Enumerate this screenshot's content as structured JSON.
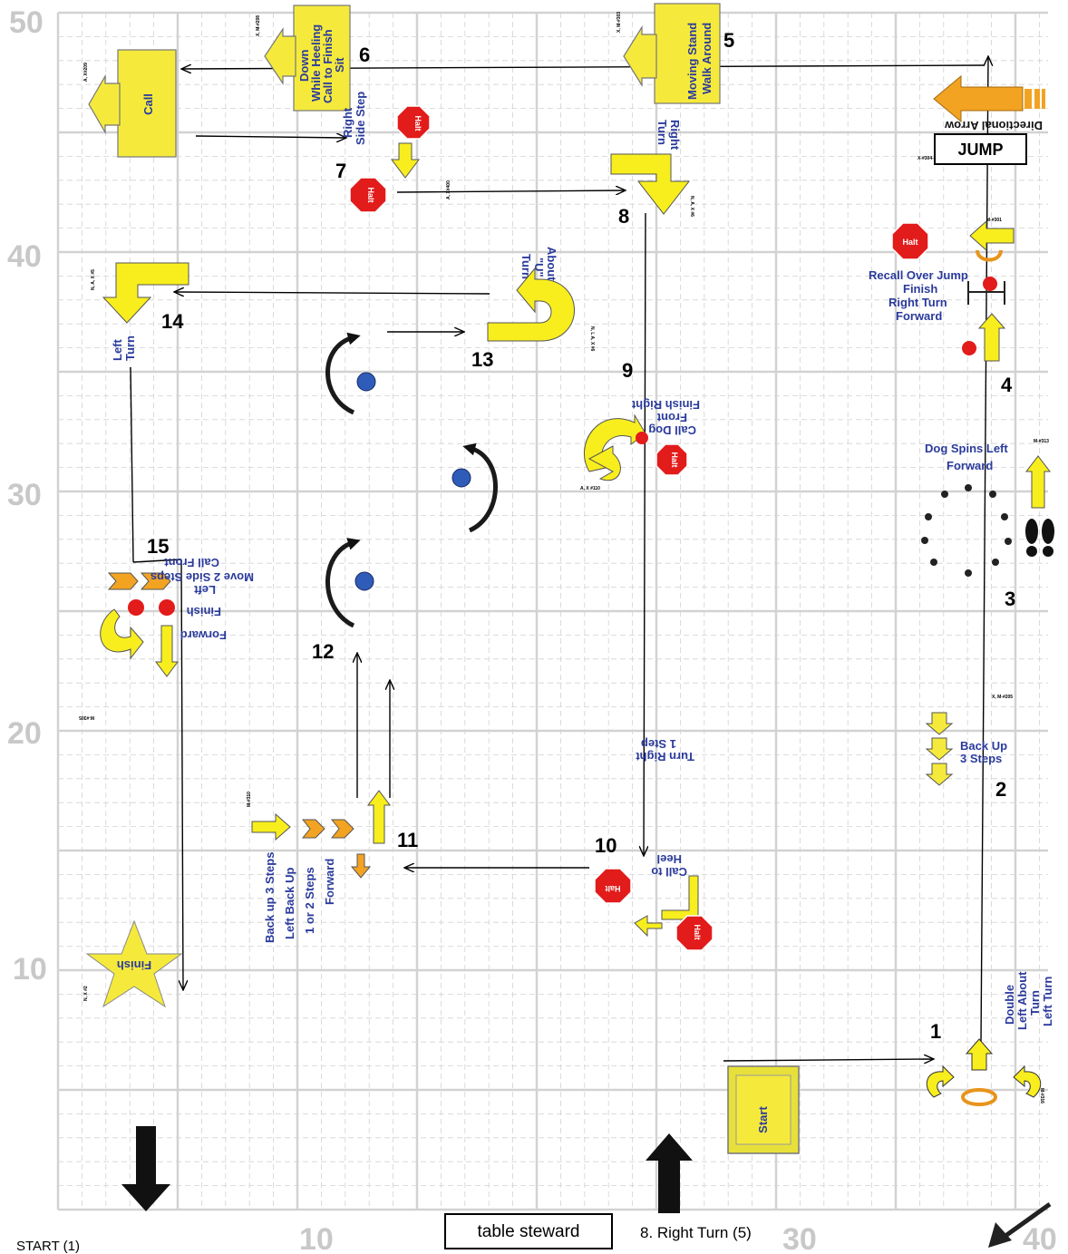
{
  "axis": {
    "y_labels": [
      "50",
      "40",
      "30",
      "20",
      "10"
    ],
    "x_labels": [
      "10",
      "30",
      "40"
    ]
  },
  "stations": [
    {
      "num": "1",
      "label": [
        "Double",
        "Left About",
        "Turn",
        "Left Turn"
      ]
    },
    {
      "num": "2",
      "label": [
        "Back Up",
        "3 Steps"
      ]
    },
    {
      "num": "3",
      "label": [
        "Dog Spins Left",
        "Forward"
      ]
    },
    {
      "num": "4",
      "label": [
        "Recall Over Jump",
        "Finish",
        "Right Turn",
        "Forward"
      ]
    },
    {
      "num": "5",
      "label": [
        "Moving Stand",
        "Walk Around"
      ]
    },
    {
      "num": "6",
      "label": [
        "Down",
        "While Heeling",
        "Call to Finish",
        "Sit"
      ]
    },
    {
      "num": "7",
      "label": [
        "Side Step",
        "Right"
      ]
    },
    {
      "num": "8",
      "label": [
        "Right",
        "Turn"
      ]
    },
    {
      "num": "9",
      "label": [
        "Call Dog",
        "Front",
        "Finish Right"
      ]
    },
    {
      "num": "10",
      "label": [
        "Call to",
        "Heel",
        "Turn Right",
        "1 Step"
      ]
    },
    {
      "num": "11",
      "label": [
        "Back up 3 Steps",
        "Left Back Up",
        "1 or 2 Steps",
        "Forward"
      ]
    },
    {
      "num": "12",
      "label": []
    },
    {
      "num": "13",
      "label": [
        "About",
        "\"U\"",
        "Turn"
      ]
    },
    {
      "num": "14",
      "label": [
        "Left",
        "Turn"
      ]
    },
    {
      "num": "15",
      "label": [
        "Call Front",
        "Move 2 Side Steps",
        "Left",
        "Finish",
        "Forward"
      ]
    }
  ],
  "signs": {
    "call": "Call",
    "start": "Start",
    "finish": "Finish",
    "halt": "Halt",
    "jump": "JUMP",
    "directional_arrow": "Directional Arrow"
  },
  "footer": {
    "start_note": "START (1)",
    "table_steward": "table steward",
    "right_turn_note": "8. Right Turn (5)"
  },
  "colors": {
    "sign_yellow": "#f5ea3c",
    "arrow_yellow": "#f8ee1e",
    "halt_red": "#e21b1b",
    "text_blue": "#2a3a9c",
    "cone_blue": "#2f5cb8",
    "grid": "#d2d2d2"
  }
}
